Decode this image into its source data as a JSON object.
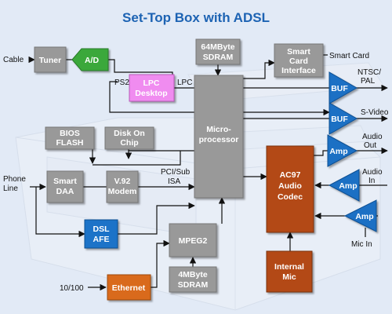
{
  "title": "Set-Top Box with ADSL",
  "colors": {
    "background": "#e2eaf6",
    "title": "#1d63b3",
    "gray_block": "#999999",
    "green_block": "#3aa83a",
    "pink_block": "#f08cf0",
    "blue_block": "#1c73c8",
    "orange_block": "#d96a1a",
    "codec_block": "#b34a17",
    "amp_triangle": "#1c6fc4"
  },
  "blocks": {
    "tuner": "Tuner",
    "ad": "A/D",
    "sdram_top": [
      "64MByte",
      "SDRAM"
    ],
    "smart_card_interface": [
      "Smart",
      "Card",
      "Interface"
    ],
    "lpc_desktop": [
      "LPC",
      "Desktop"
    ],
    "bios_flash": [
      "BIOS",
      "FLASH"
    ],
    "disk_on_chip": [
      "Disk On",
      "Chip"
    ],
    "microprocessor": [
      "Micro-",
      "processor"
    ],
    "smart_daa": [
      "Smart",
      "DAA"
    ],
    "v92_modem": [
      "V.92",
      "Modem"
    ],
    "dsl_afe": [
      "DSL",
      "AFE"
    ],
    "mpeg2": "MPEG2",
    "ethernet": "Ethernet",
    "sdram_bottom": [
      "4MByte",
      "SDRAM"
    ],
    "ac97": [
      "AC97",
      "Audio",
      "Codec"
    ],
    "internal_mic": [
      "Internal",
      "Mic"
    ],
    "buf1": "BUF",
    "buf2": "BUF",
    "amp_out": "Amp",
    "amp_in": "Amp",
    "amp_mic": "Amp"
  },
  "labels": {
    "cable": "Cable",
    "smart_card": "Smart Card",
    "ps2": "PS2",
    "lpc": "LPC",
    "ntsc_pal": [
      "NTSC/",
      "PAL"
    ],
    "s_video": "S-Video",
    "audio_out": [
      "Audio",
      "Out"
    ],
    "audio_in": [
      "Audio",
      "In"
    ],
    "mic_in": "Mic In",
    "phone_line": [
      "Phone",
      "Line"
    ],
    "pci_sub_isa": [
      "PCI/Sub",
      "ISA"
    ],
    "ethernet_port": "10/100"
  }
}
